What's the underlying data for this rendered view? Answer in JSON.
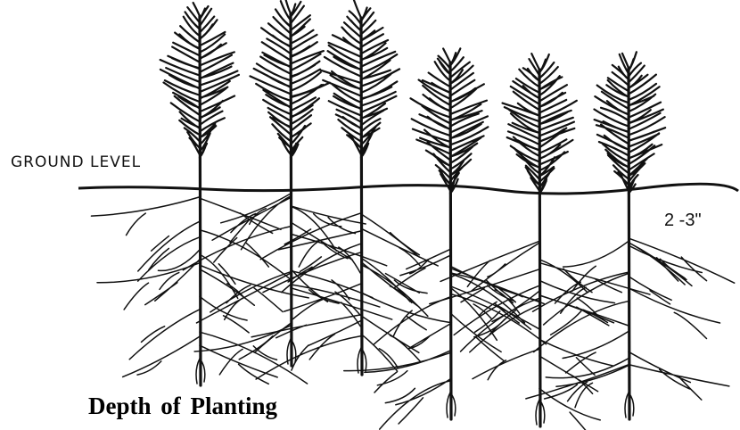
{
  "labels": {
    "ground_level": "GROUND LEVEL",
    "depth": "2 -3\"",
    "caption": "Depth of Planting"
  },
  "seedlings": {
    "count": 6,
    "planted_groups": [
      "at ground level",
      "at ground level",
      "at ground level",
      "2-3 inches deep",
      "2-3 inches deep",
      "2-3 inches deep"
    ]
  },
  "colors": {
    "ink": "#111111",
    "background": "#ffffff"
  }
}
